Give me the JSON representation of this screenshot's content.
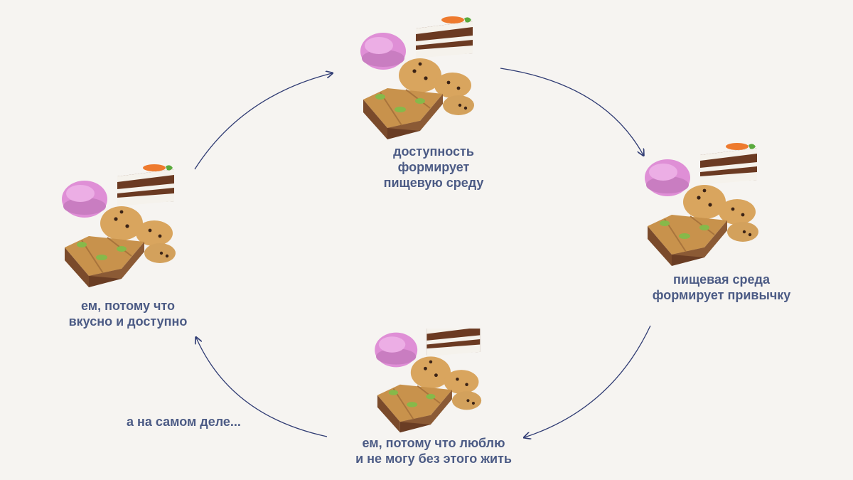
{
  "cycle": {
    "nodes": [
      {
        "id": "top",
        "caption": "доступность\nформирует\nпищевую среду"
      },
      {
        "id": "right",
        "caption": "пищевая среда\nформирует привычку"
      },
      {
        "id": "bottom",
        "caption": "ем, потому что люблю\nи не могу без этого жить"
      },
      {
        "id": "left",
        "caption": "ем, потому что\nвкусно и доступно"
      }
    ],
    "aside_note": "а на самом деле...",
    "colors": {
      "background": "#f6f4f1",
      "text": "#4c5b85",
      "arrow": "#2f3b73"
    },
    "picture": "sweets-pile"
  }
}
